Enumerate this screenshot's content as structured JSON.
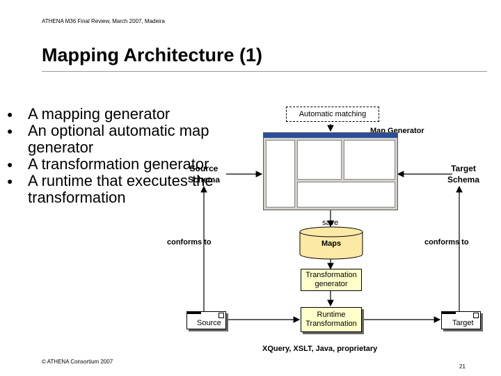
{
  "header": {
    "note": "ATHENA M36 Final Review, March 2007, Madeira"
  },
  "title": "Mapping Architecture (1)",
  "bullets": [
    "A mapping generator",
    "An optional automatic map generator",
    "A transformation generator",
    "A runtime that executes the transformation"
  ],
  "diagram": {
    "automatic_matching": "Automatic matching",
    "map_generator": "Map Generator",
    "source_schema": "Source Schema",
    "target_schema": "Target Schema",
    "save": "save",
    "maps": "Maps",
    "conforms_to_left": "conforms to",
    "conforms_to_right": "conforms to",
    "transformation_generator": "Transformation generator",
    "runtime_transformation": "Runtime Transformation",
    "source": "Source",
    "target": "Target",
    "languages": "XQuery, XSLT, Java, proprietary"
  },
  "colors": {
    "schema_fill": "#ffffcc",
    "generator_fill": "#ffffcc",
    "maps_fill": "#fde9a6",
    "runtime_fill": "#ffffcc",
    "screenshot_bg": "#d4d0c8"
  },
  "footer": {
    "copyright": "© ATHENA Consortium 2007",
    "page": "21"
  }
}
